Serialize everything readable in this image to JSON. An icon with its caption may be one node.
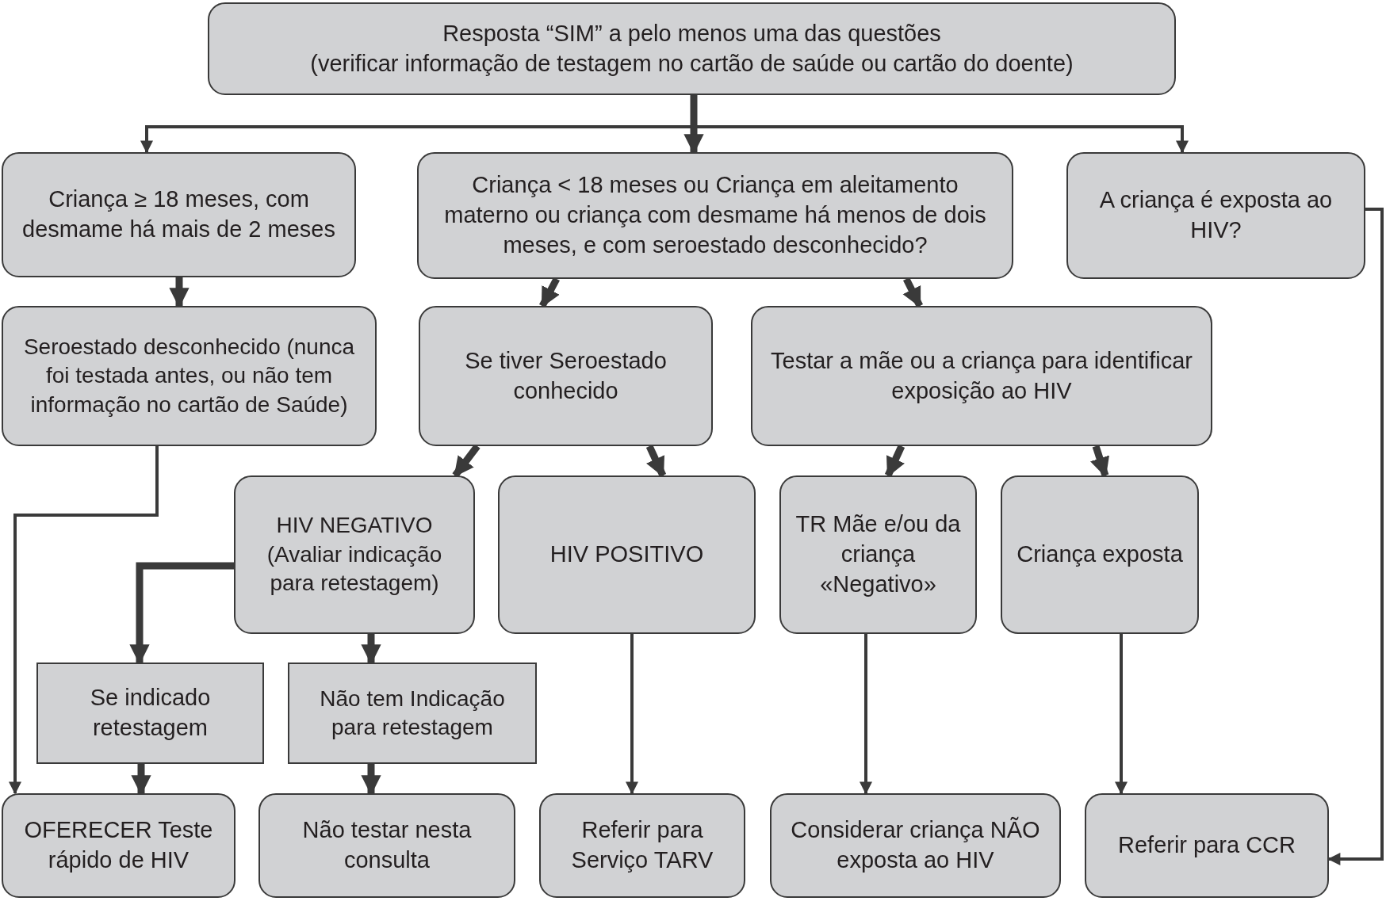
{
  "diagram": {
    "nodes": [
      {
        "text": [
          "Resposta “SIM” a pelo menos uma das questões",
          "(verificar informação de testagem no cartão de saúde ou cartão do doente)"
        ]
      },
      {
        "text": [
          "Criança ≥ 18 meses, com desmame há mais de 2 meses"
        ]
      },
      {
        "text": [
          "Criança < 18 meses ou Criança em aleitamento materno ou criança com desmame há menos de dois meses, e com seroestado desconhecido?"
        ]
      },
      {
        "text": [
          "A criança é exposta ao HIV?"
        ]
      },
      {
        "text": [
          "Seroestado desconhecido (nunca foi testada antes, ou não tem informação no cartão de Saúde)"
        ]
      },
      {
        "text": [
          "Se tiver Seroestado conhecido"
        ]
      },
      {
        "text": [
          "Testar a mãe ou a criança para identificar exposição ao HIV"
        ]
      },
      {
        "text": [
          "HIV NEGATIVO (Avaliar indicação para retestagem)"
        ]
      },
      {
        "text": [
          "HIV POSITIVO"
        ]
      },
      {
        "text": [
          "TR Mãe e/ou da criança «Negativo»"
        ]
      },
      {
        "text": [
          "Criança exposta"
        ]
      },
      {
        "text": [
          "Se indicado retestagem"
        ]
      },
      {
        "text": [
          "Não tem Indicação para retestagem"
        ]
      },
      {
        "text": [
          "OFERECER Teste rápido de HIV"
        ]
      },
      {
        "text": [
          "Não testar nesta consulta"
        ]
      },
      {
        "text": [
          "Referir para Serviço TARV"
        ]
      },
      {
        "text": [
          "Considerar criança NÃO exposta ao HIV"
        ]
      },
      {
        "text": [
          "Referir para CCR"
        ]
      }
    ],
    "edges": [
      {
        "from": 0,
        "to": 1,
        "arrow": "to"
      },
      {
        "from": 0,
        "to": 2,
        "arrow": "to"
      },
      {
        "from": 0,
        "to": 3,
        "arrow": "to"
      },
      {
        "from": 1,
        "to": 4,
        "arrow": "to"
      },
      {
        "from": 2,
        "to": 5,
        "arrow": "to"
      },
      {
        "from": 2,
        "to": 6,
        "arrow": "to"
      },
      {
        "from": 3,
        "to": 17,
        "arrow": "to"
      },
      {
        "from": 4,
        "to": 13,
        "arrow": "to"
      },
      {
        "from": 5,
        "to": 7,
        "arrow": "to"
      },
      {
        "from": 5,
        "to": 8,
        "arrow": "to"
      },
      {
        "from": 6,
        "to": 9,
        "arrow": "to"
      },
      {
        "from": 6,
        "to": 10,
        "arrow": "to"
      },
      {
        "from": 7,
        "to": 11,
        "arrow": "to"
      },
      {
        "from": 7,
        "to": 12,
        "arrow": "to"
      },
      {
        "from": 8,
        "to": 15,
        "arrow": "to"
      },
      {
        "from": 9,
        "to": 16,
        "arrow": "to"
      },
      {
        "from": 10,
        "to": 17,
        "arrow": "to"
      },
      {
        "from": 11,
        "to": 13,
        "arrow": "to"
      },
      {
        "from": 12,
        "to": 14,
        "arrow": "to"
      }
    ]
  }
}
